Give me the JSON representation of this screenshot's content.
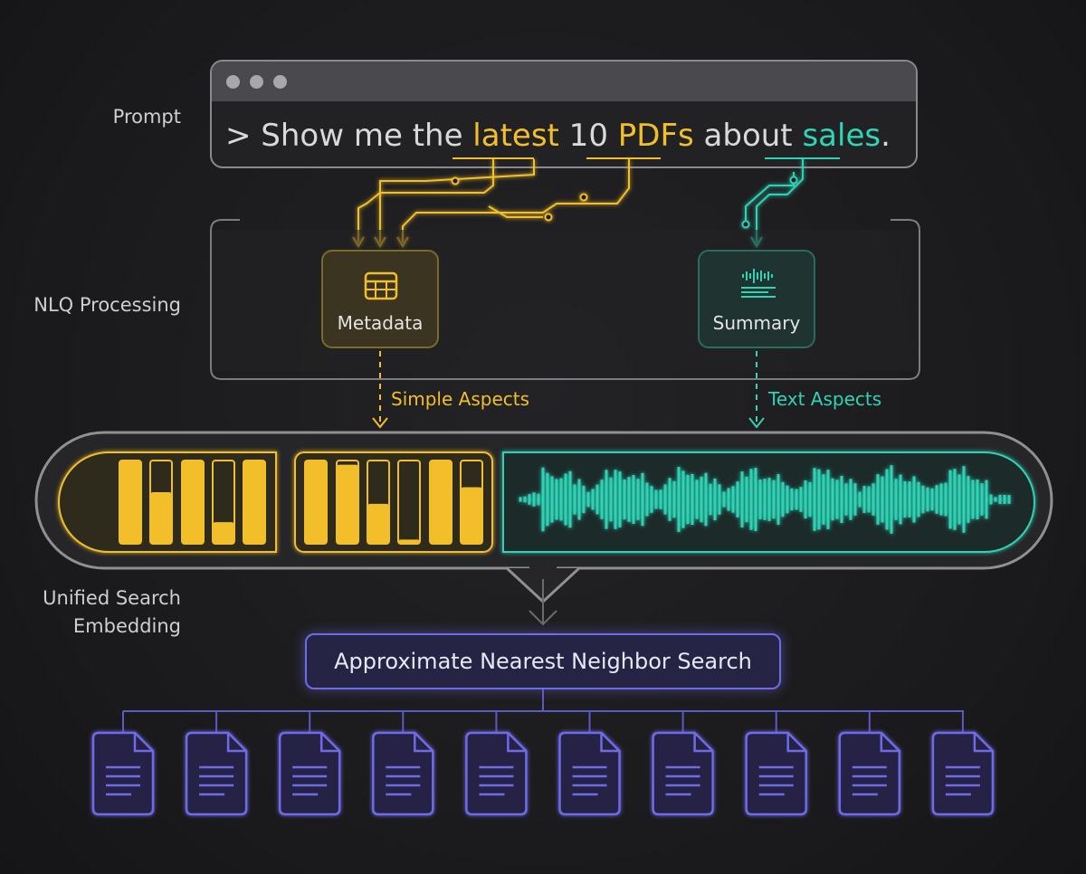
{
  "labels": {
    "prompt": "Prompt",
    "nlq": "NLQ Processing",
    "embedding_line1": "Unified Search",
    "embedding_line2": "Embedding"
  },
  "prompt": {
    "prefix": "> Show me the ",
    "kw1": "latest",
    "mid1": " 10 ",
    "kw2": "PDFs",
    "mid2": " about ",
    "kw3": "sales",
    "suffix": "."
  },
  "nodes": {
    "metadata": "Metadata",
    "summary": "Summary"
  },
  "aspects": {
    "simple": "Simple Aspects",
    "text": "Text Aspects"
  },
  "search": {
    "label": "Approximate Nearest Neighbor Search"
  },
  "results": {
    "document_count": 10
  },
  "colors": {
    "metadata": "#f2be2a",
    "text": "#2fd3b5",
    "search": "#6e6ae8",
    "background": "#1b1b1d"
  },
  "metadata_bars": [
    1.0,
    0.62,
    1.0,
    0.26,
    1.0,
    1.0,
    0.95,
    0.48,
    0.05,
    1.0,
    0.68
  ]
}
